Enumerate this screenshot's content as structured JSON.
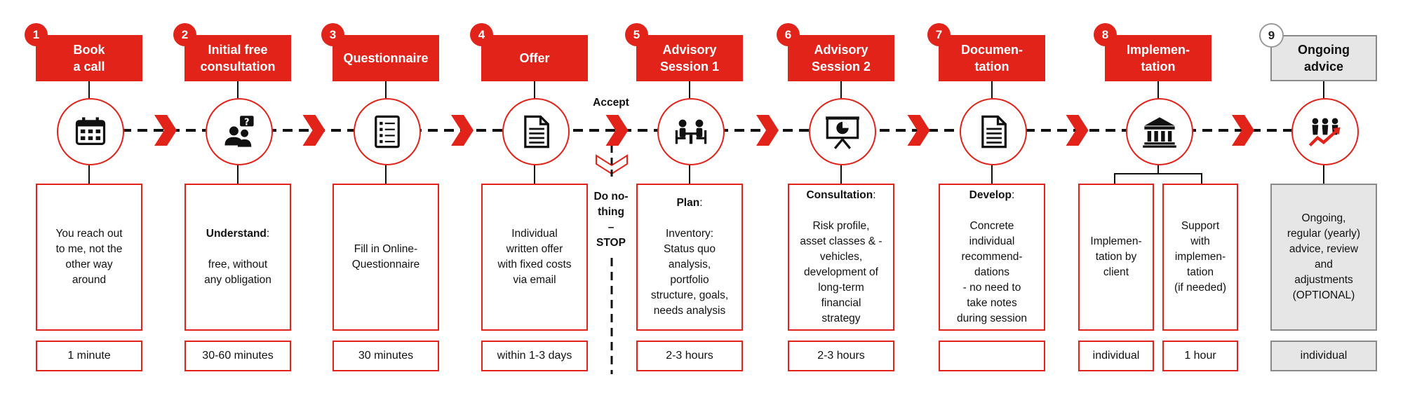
{
  "steps": [
    {
      "num": "1",
      "title": "Book\na call",
      "icon": "calendar-icon",
      "desc_head": "",
      "desc_body": "You reach out\nto me, not the\nother way\naround",
      "duration": "1 minute"
    },
    {
      "num": "2",
      "title": "Initial free\nconsultation",
      "icon": "people-question-icon",
      "desc_head": "Understand",
      "desc_suffix": ":",
      "desc_body": "\nfree, without\nany obligation",
      "duration": "30-60 minutes"
    },
    {
      "num": "3",
      "title": "Questionnaire",
      "icon": "checklist-icon",
      "desc_head": "",
      "desc_body": "Fill in Online-\nQuestionnaire",
      "duration": "30 minutes"
    },
    {
      "num": "4",
      "title": "Offer",
      "icon": "document-icon",
      "desc_head": "",
      "desc_body": "Individual\nwritten offer\nwith fixed costs\nvia email",
      "duration": "within 1-3 days"
    },
    {
      "num": "5",
      "title": "Advisory\nSession 1",
      "icon": "meeting-icon",
      "desc_head": "Plan",
      "desc_suffix": ":",
      "desc_body": "\nInventory:\nStatus quo\nanalysis,\nportfolio\nstructure, goals,\nneeds analysis",
      "duration": "2-3 hours"
    },
    {
      "num": "6",
      "title": "Advisory\nSession 2",
      "icon": "presentation-icon",
      "desc_head": "Consultation",
      "desc_suffix": ":",
      "desc_body": "\nRisk profile,\nasset classes & -\nvehicles,\ndevelopment of\nlong-term\nfinancial\nstrategy",
      "duration": "2-3 hours"
    },
    {
      "num": "7",
      "title": "Documen-\ntation",
      "icon": "document-icon",
      "desc_head": "Develop",
      "desc_suffix": ":",
      "desc_body": "\nConcrete\nindividual\nrecommend-\ndations\n- no need to\ntake notes\nduring session",
      "duration": ""
    },
    {
      "num": "8",
      "title": "Implemen-\ntation",
      "icon": "bank-icon",
      "split": [
        {
          "desc_body": "Implemen-\ntation by\nclient",
          "duration": "individual"
        },
        {
          "desc_body": "Support\nwith\nimplemen-\ntation\n(if needed)",
          "duration": "1 hour"
        }
      ]
    },
    {
      "num": "9",
      "title": "Ongoing\nadvice",
      "icon": "growth-team-icon",
      "optional": true,
      "desc_head": "",
      "desc_body": "Ongoing,\nregular (yearly)\nadvice, review\nand\nadjustments\n(OPTIONAL)",
      "duration": "individual"
    }
  ],
  "branch": {
    "accept_label": "Accept",
    "stop_label": "Do no-\nthing\n–\nSTOP"
  },
  "colors": {
    "accent": "#e2231a",
    "grey_fill": "#e6e6e6",
    "grey_border": "#8a8a8a"
  }
}
